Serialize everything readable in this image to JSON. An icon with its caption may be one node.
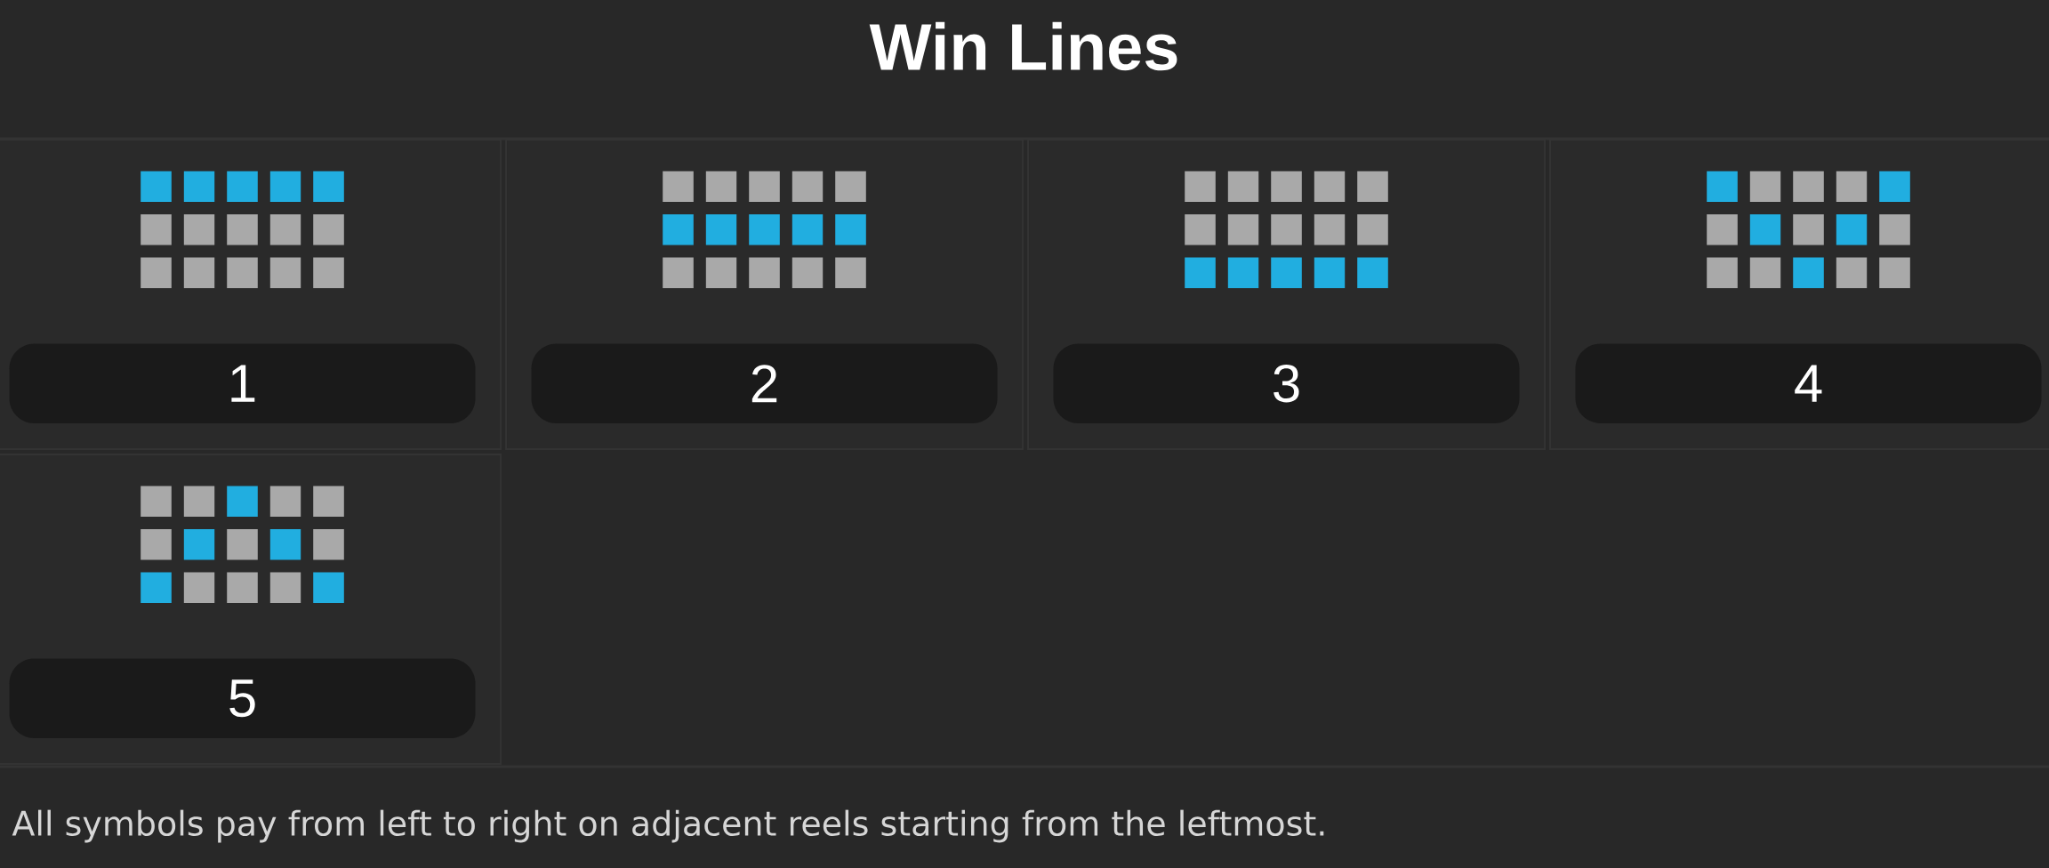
{
  "diagram": {
    "title": "Win Lines",
    "nodes": [
      {
        "text": [],
        "shape": "box"
      },
      {
        "text": [
          "1"
        ],
        "in": 0
      },
      {
        "text": [],
        "shape": "box"
      },
      {
        "text": [
          "2"
        ],
        "in": 2
      },
      {
        "text": [],
        "shape": "box"
      },
      {
        "text": [
          "3"
        ],
        "in": 4
      },
      {
        "text": [],
        "shape": "box"
      },
      {
        "text": [
          "4"
        ],
        "in": 6
      },
      {
        "text": [],
        "shape": "box"
      },
      {
        "text": [
          "5"
        ],
        "in": 8
      }
    ],
    "labels": [
      "All symbols pay from left to right on adjacent reels starting from the leftmost."
    ]
  }
}
